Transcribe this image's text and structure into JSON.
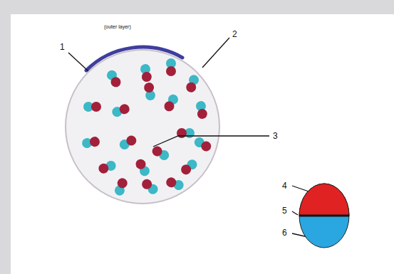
{
  "diagram": {
    "labels": [
      "1",
      "(outer layer)",
      "2",
      "3",
      "4",
      "5",
      "6"
    ]
  }
}
